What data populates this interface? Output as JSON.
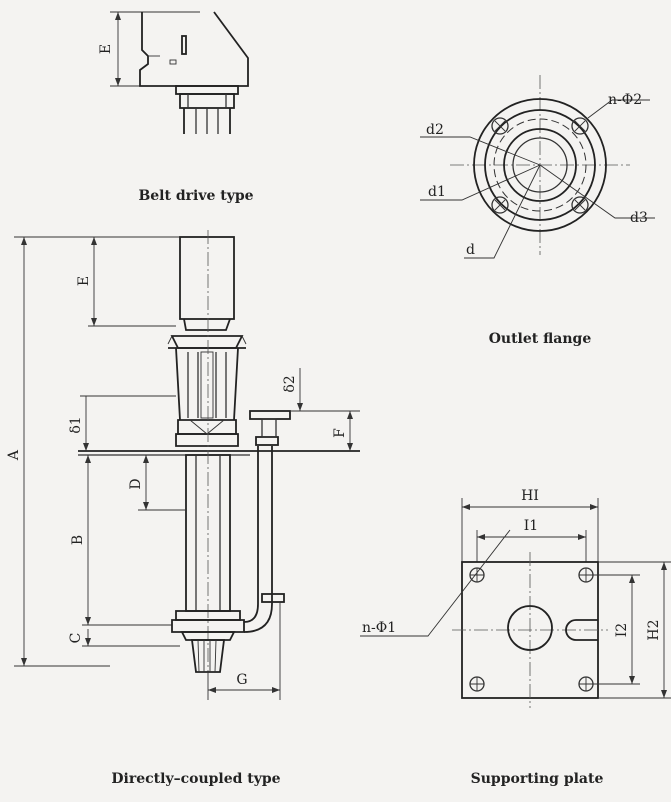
{
  "captions": {
    "belt": "Belt drive type",
    "outlet": "Outlet flange",
    "direct": "Directly–coupled type",
    "plate": "Supporting plate"
  },
  "labels": {
    "belt_E": "E",
    "flange_n_phi2": "n-Φ2",
    "flange_d2": "d2",
    "flange_d1": "d1",
    "flange_d": "d",
    "flange_d3": "d3",
    "main_E": "E",
    "main_A": "A",
    "main_delta1": "δ1",
    "main_delta2": "δ2",
    "main_F": "F",
    "main_D": "D",
    "main_B": "B",
    "main_C": "C",
    "main_G": "G",
    "plate_H1": "HI",
    "plate_I1": "I1",
    "plate_n_phi1": "n-Φ1",
    "plate_I2": "I2",
    "plate_H2": "H2"
  }
}
